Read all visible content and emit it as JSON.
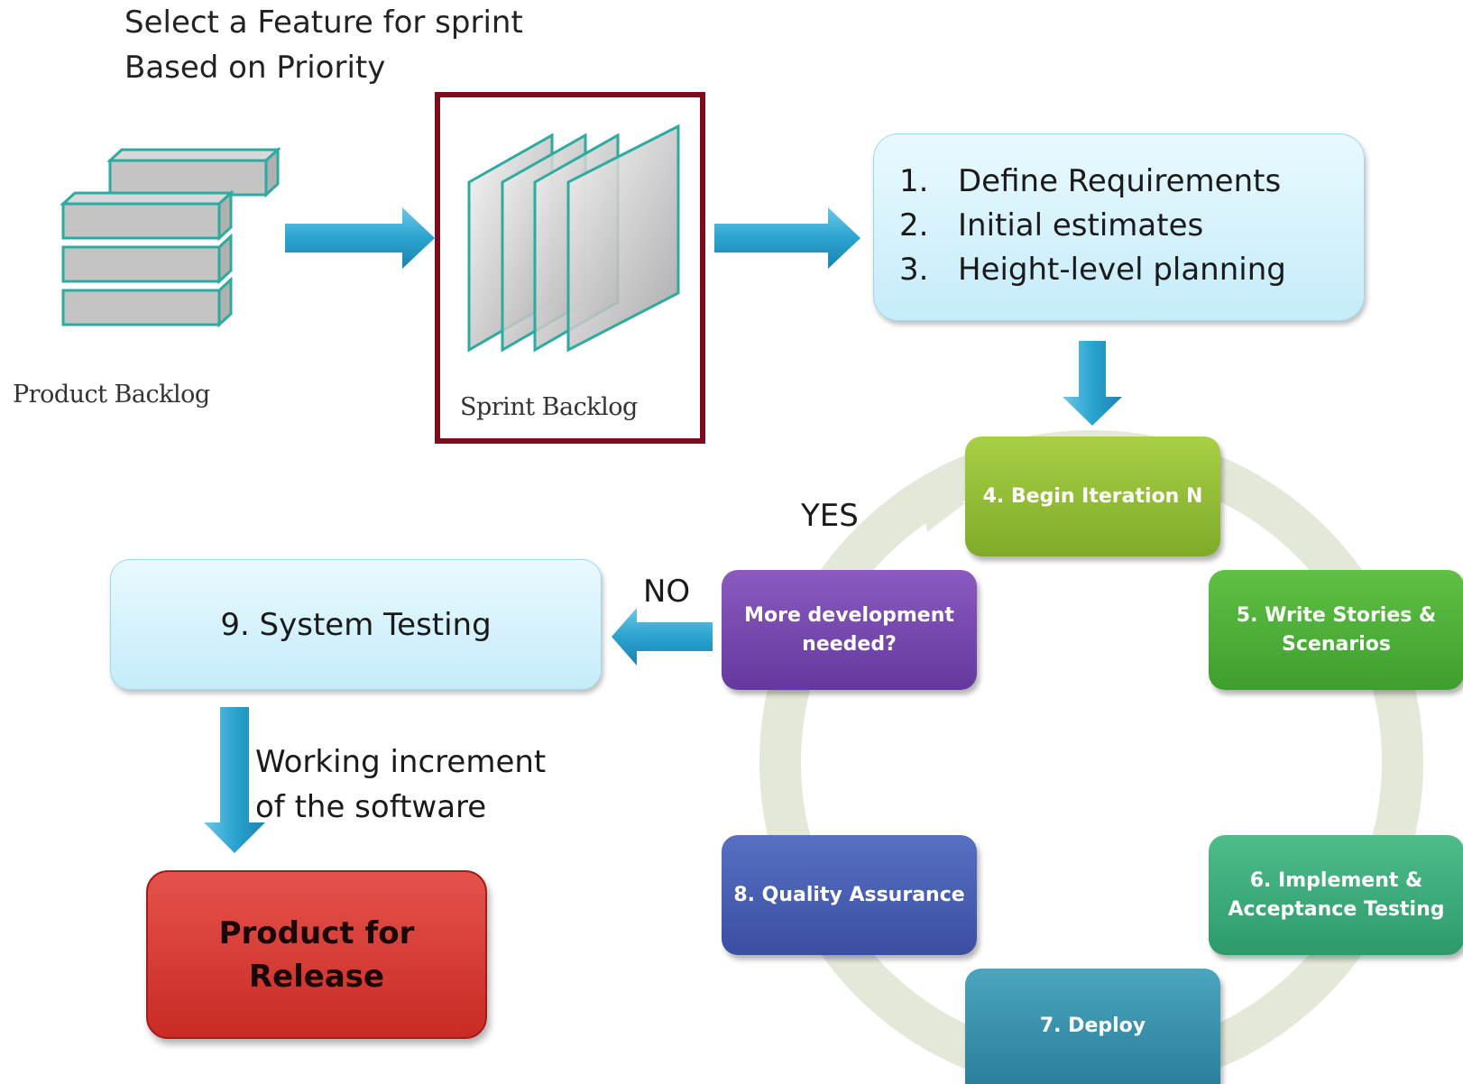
{
  "caption": {
    "line1": "Select a Feature for sprint",
    "line2": "Based on Priority"
  },
  "product_backlog": {
    "label": "Product Backlog"
  },
  "sprint_backlog": {
    "label": "Sprint Backlog"
  },
  "requirements": {
    "items": [
      {
        "num": "1.",
        "text": "Define Requirements"
      },
      {
        "num": "2.",
        "text": "Initial estimates"
      },
      {
        "num": "3.",
        "text": "Height-level planning"
      }
    ]
  },
  "cycle": {
    "step4": "4. Begin Iteration N",
    "step5": "5. Write Stories & Scenarios",
    "step6": "6. Implement & Acceptance Testing",
    "step7": "7. Deploy",
    "step8": "8. Quality Assurance",
    "decision": "More development needed?",
    "yes_label": "YES",
    "no_label": "NO"
  },
  "system_testing": {
    "label": "9. System Testing"
  },
  "increment": {
    "line1": "Working increment",
    "line2": "of the software"
  },
  "release": {
    "line1": "Product for",
    "line2": "Release"
  },
  "colors": {
    "arrow": "#2aa3cf",
    "frame": "#7b0d1e",
    "step4": "#8fbe35",
    "step5": "#4cae38",
    "step6": "#3aa878",
    "step7": "#3890ad",
    "step8": "#475fb3",
    "decision": "#7548ad",
    "release": "#d53a33"
  }
}
